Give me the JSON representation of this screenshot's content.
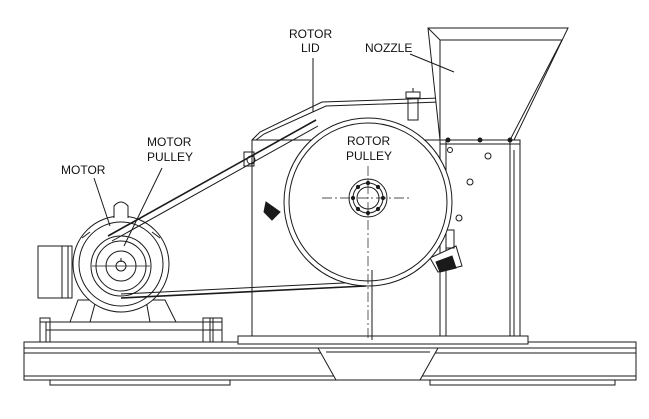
{
  "labels": {
    "rotor_lid_line1": "ROTOR",
    "rotor_lid_line2": "LID",
    "nozzle": "NOZZLE",
    "rotor_pulley_line1": "ROTOR",
    "rotor_pulley_line2": "PULLEY",
    "motor_pulley_line1": "MOTOR",
    "motor_pulley_line2": "PULLEY",
    "motor": "MOTOR"
  },
  "colors": {
    "line": "#1a1a1a",
    "background": "#ffffff"
  }
}
